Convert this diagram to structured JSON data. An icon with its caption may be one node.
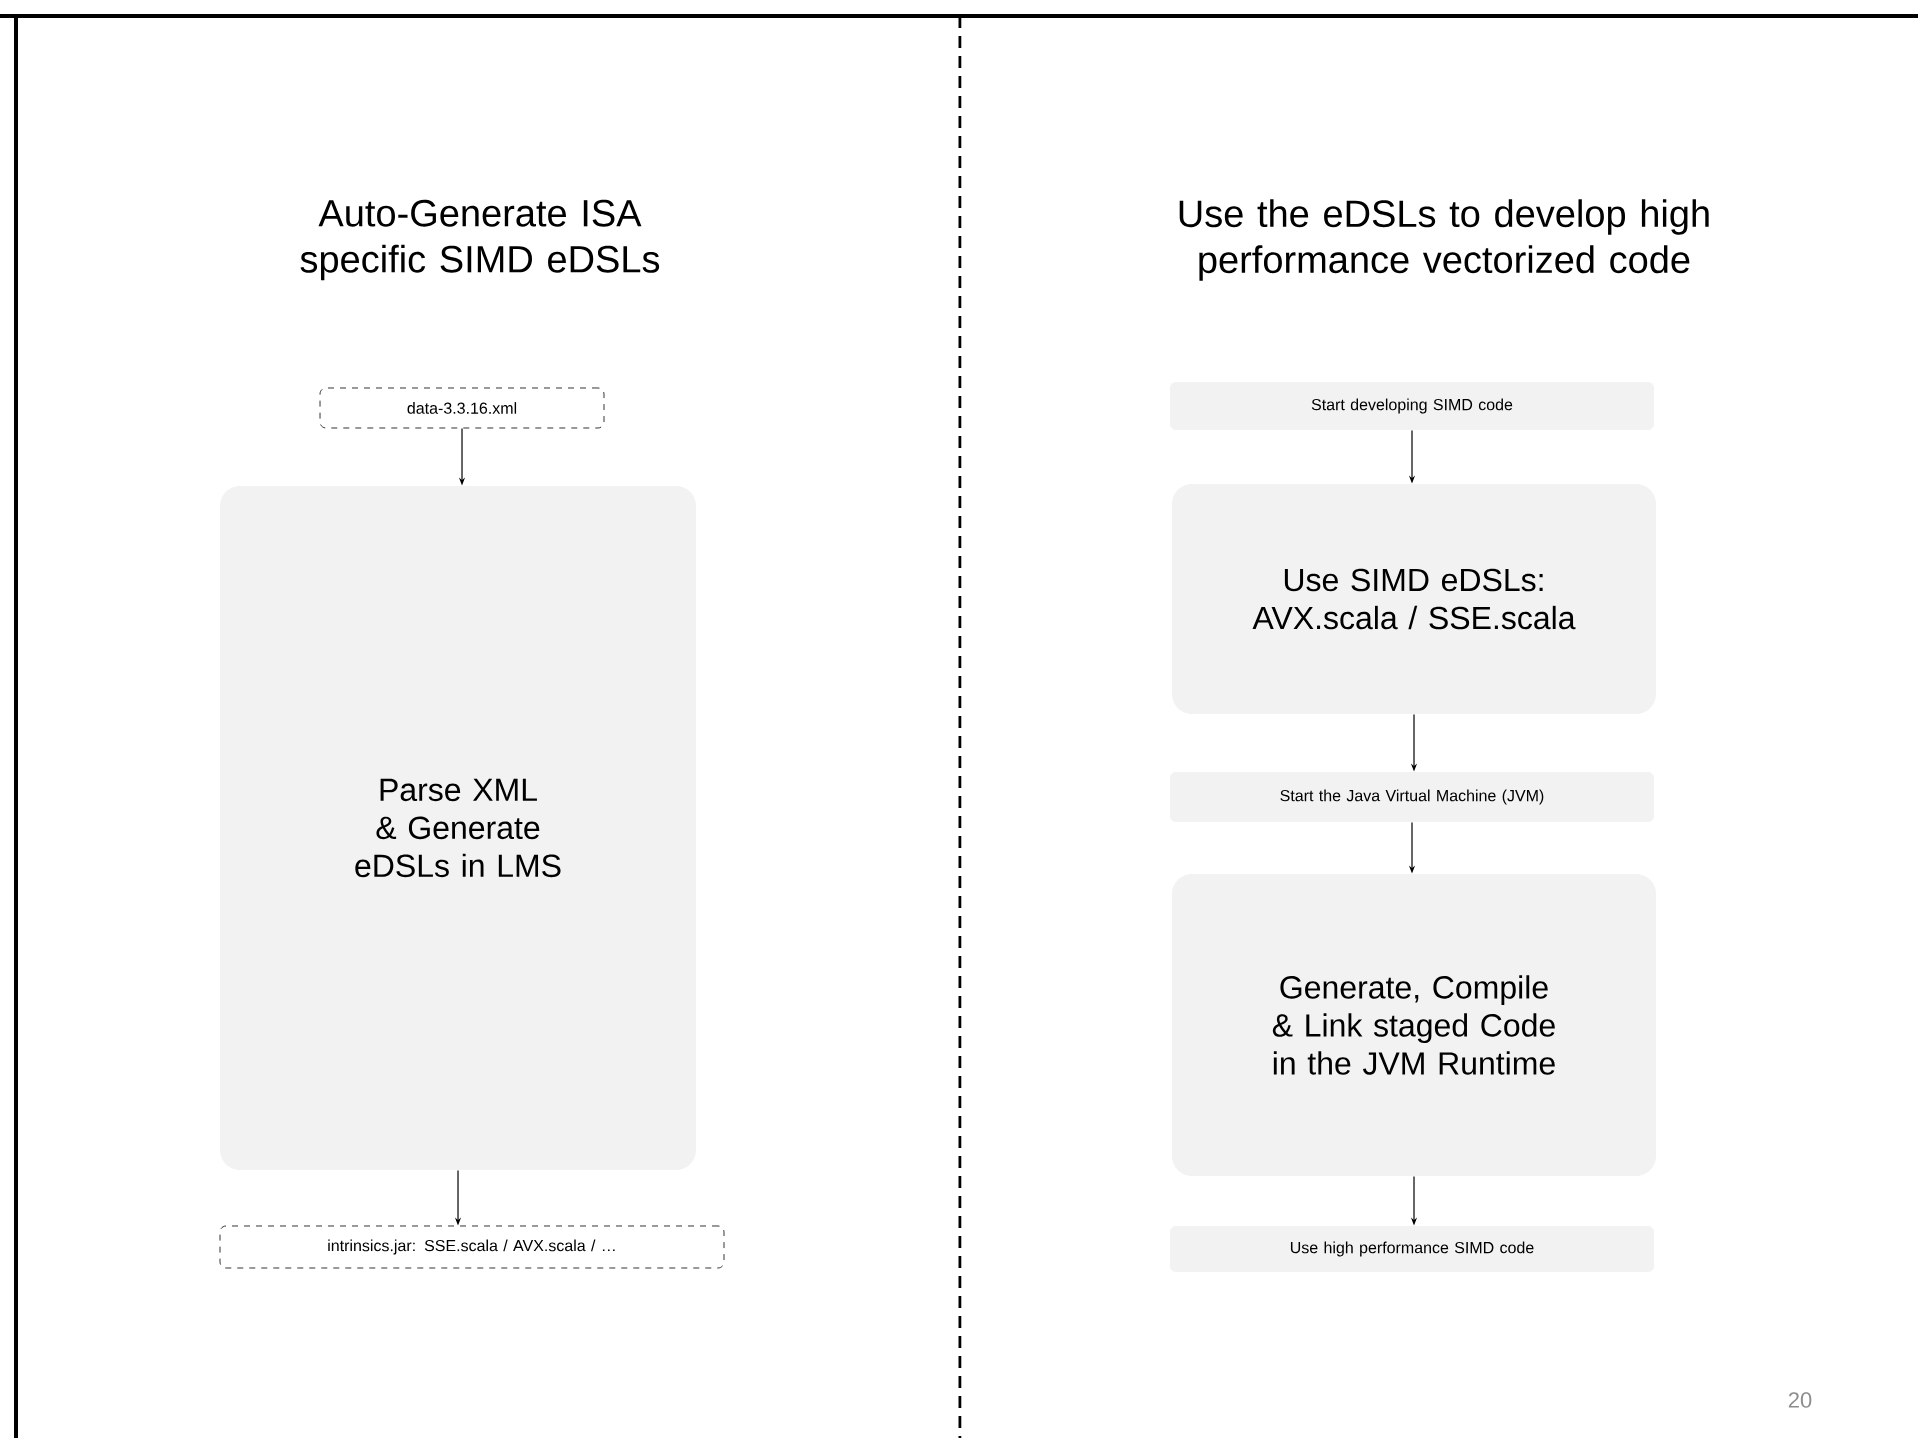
{
  "diagram": {
    "nodes": [
      {
        "text": [
          "data-3.3.16.xml"
        ]
      },
      {
        "text": [
          "Parse XML & Generate eDSLs in LMS"
        ]
      },
      {
        "text": [
          "intrinsics.jar: SSE.scala / AVX.scala / …"
        ]
      },
      {
        "text": [
          "Start developing SIMD code"
        ]
      },
      {
        "text": [
          "Use SIMD eDSLs: AVX.scala / SSE.scala"
        ]
      },
      {
        "text": [
          "Start the Java Virtual Machine (JVM)"
        ]
      },
      {
        "text": [
          "Generate, Compile & Link staged Code in the JVM Runtime"
        ]
      },
      {
        "text": [
          "Use high performance SIMD code"
        ]
      }
    ],
    "edges": [
      {
        "from": 0,
        "to": 1,
        "arrow": "to"
      },
      {
        "from": 1,
        "to": 2,
        "arrow": "to"
      },
      {
        "from": 3,
        "to": 4,
        "arrow": "to"
      },
      {
        "from": 4,
        "to": 5,
        "arrow": "to"
      },
      {
        "from": 5,
        "to": 6,
        "arrow": "to"
      },
      {
        "from": 6,
        "to": 7,
        "arrow": "to"
      }
    ],
    "labels": [
      "Auto-Generate ISA specific SIMD eDSLs",
      "Use the eDSLs to develop high performance vectorized code",
      "20"
    ]
  }
}
